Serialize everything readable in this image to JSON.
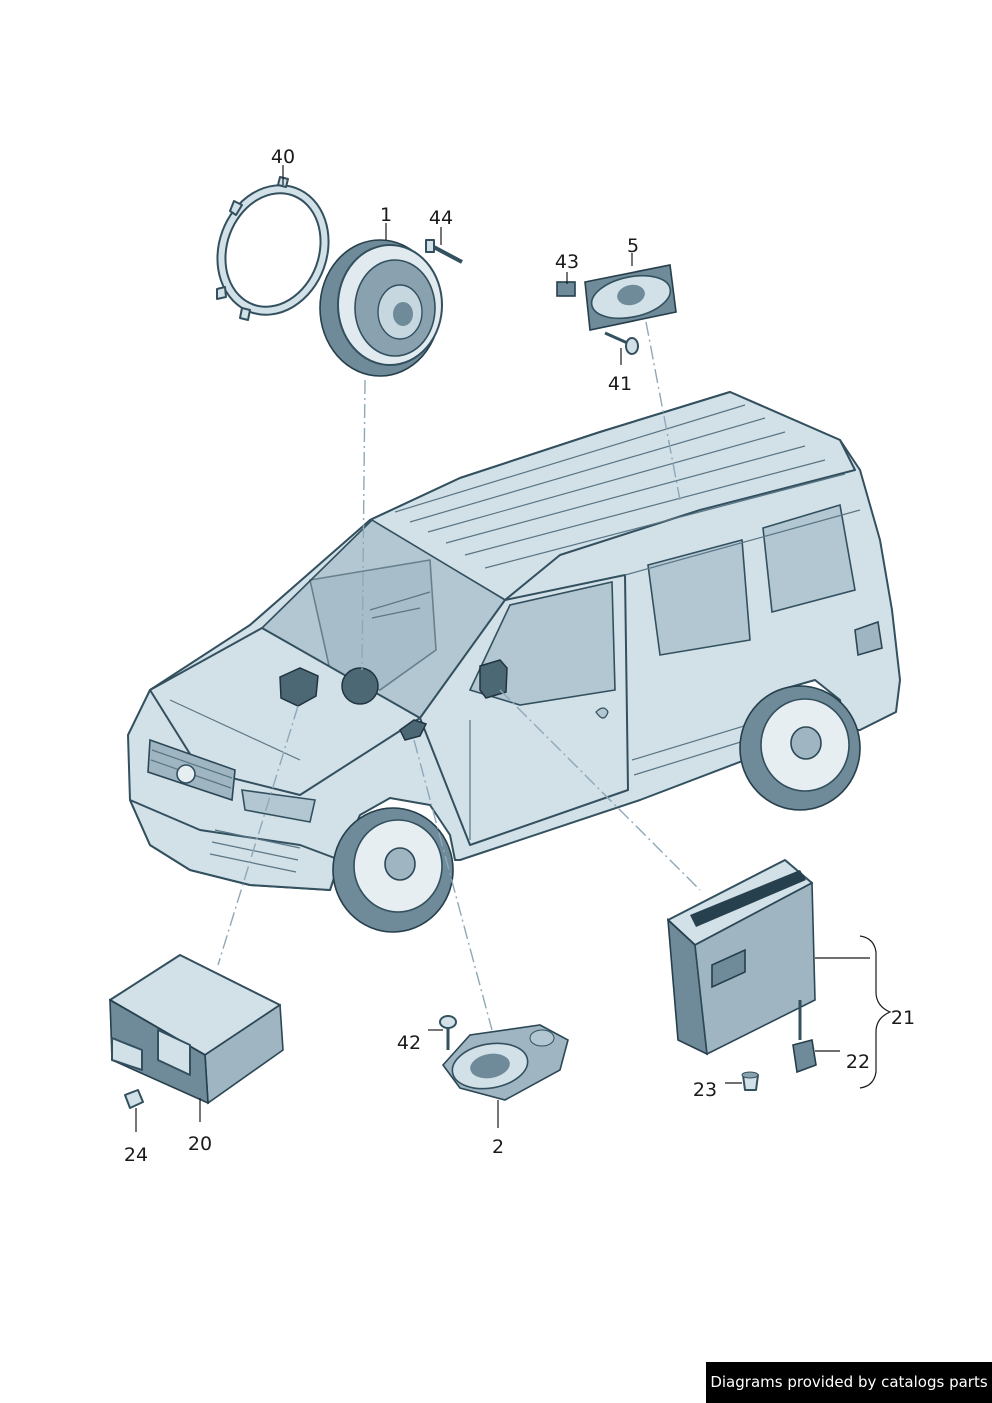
{
  "callouts": {
    "c40": "40",
    "c1": "1",
    "c44": "44",
    "c43": "43",
    "c5": "5",
    "c41": "41",
    "c21": "21",
    "c22": "22",
    "c23": "23",
    "c42": "42",
    "c2": "2",
    "c20": "20",
    "c24": "24"
  },
  "footer": {
    "credit": "Diagrams provided by catalogs parts"
  },
  "colors": {
    "body": "#d2e0e8",
    "outline": "#33505f",
    "leader": "#8fa8b8"
  }
}
